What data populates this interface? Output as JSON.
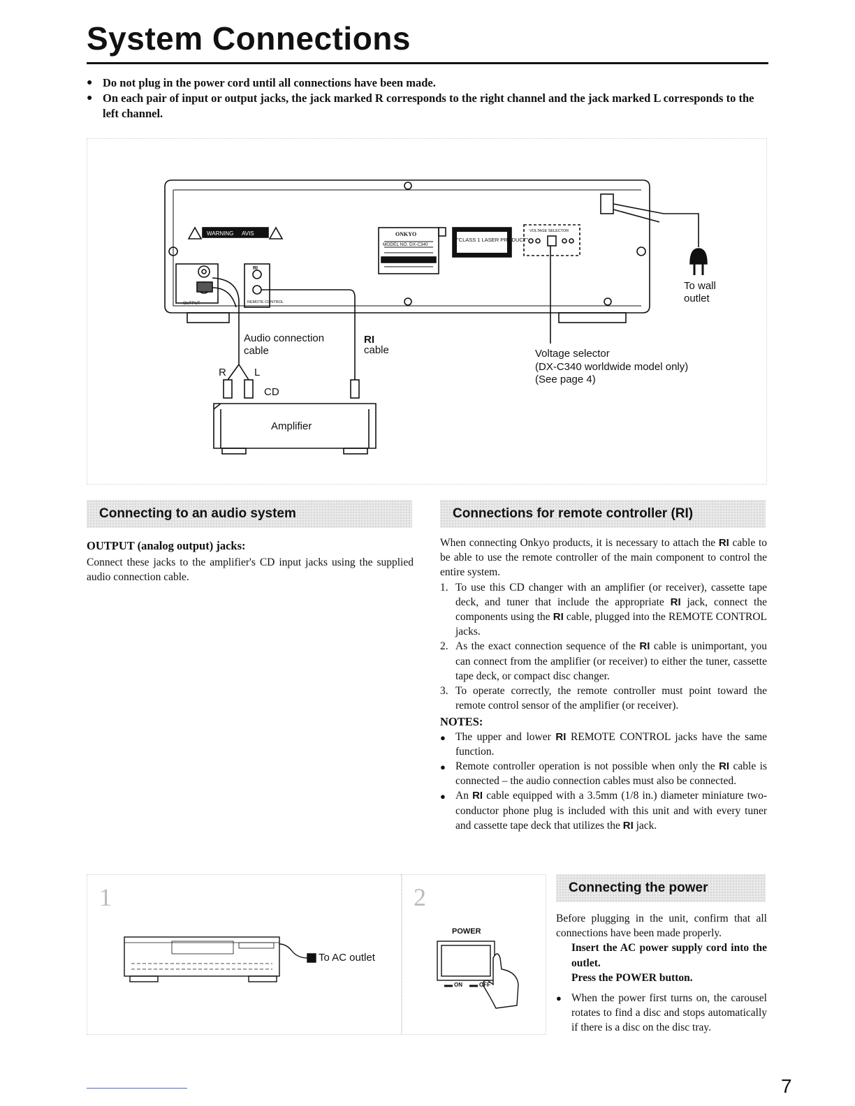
{
  "page": {
    "title": "System Connections",
    "page_number": "7"
  },
  "intro_bullets": [
    "Do not plug in the power cord until all connections have been made.",
    "On each pair of input or output jacks, the jack marked R corresponds to the right channel and the jack marked L corresponds to the left channel."
  ],
  "diagram": {
    "panel_warning": "WARNING",
    "panel_avis": "AVIS",
    "brand": "ONKYO",
    "model": "MODEL NO. DX-C340",
    "laser_label": "\"CLASS 1 LASER PRODUCT\"",
    "voltage_selector_title": "VOLTAGE SELECTOR",
    "jack_output": "OUTPUT",
    "jack_ri": "RI",
    "jack_remote": "REMOTE CONTROL",
    "wall_outlet": "To wall outlet",
    "audio_cable": "Audio connection cable",
    "ri_cable_line1": "RI",
    "ri_cable_line2": "cable",
    "plug_r": "R",
    "plug_l": "L",
    "cd_label": "CD",
    "amplifier": "Amplifier",
    "voltage_line1": "Voltage selector",
    "voltage_line2": "(DX-C340 worldwide model only)",
    "voltage_line3": "(See page 4)"
  },
  "audio_section": {
    "heading": "Connecting to an audio system",
    "subheading": "OUTPUT (analog output) jacks:",
    "text": "Connect these jacks to the amplifier's CD input jacks using the supplied audio connection cable."
  },
  "remote_section": {
    "heading": "Connections for remote controller (RI)",
    "intro_a": "When connecting Onkyo products, it is necessary to attach the",
    "ri": "RI",
    "intro_b": "cable to be able to use the remote controller of the main component to control the entire system.",
    "steps": [
      {
        "num": "1.",
        "a": "To use this CD changer with an amplifier (or receiver), cassette tape deck, and tuner that include the appropriate",
        "b": "jack, connect the components using the",
        "c": "cable, plugged into the REMOTE CONTROL jacks."
      },
      {
        "num": "2.",
        "a": "As the exact connection sequence of the",
        "b": "cable is unimportant, you can connect from the amplifier (or receiver) to either the tuner, cassette tape deck, or compact disc changer."
      },
      {
        "num": "3.",
        "a": "To operate correctly, the remote controller must point toward the remote control sensor of the amplifier (or receiver)."
      }
    ],
    "notes_heading": "NOTES:",
    "notes": [
      {
        "a": "The upper and lower",
        "b": "REMOTE CONTROL jacks have the same function."
      },
      {
        "a": "Remote controller operation is not possible when only the",
        "b": "cable is connected – the audio connection cables must also be connected."
      },
      {
        "a": "An",
        "b": "cable equipped with a 3.5mm (1/8 in.) diameter miniature two-conductor phone plug is included with this unit and with every tuner and cassette tape deck that utilizes the",
        "c": "jack."
      }
    ]
  },
  "power_section": {
    "step1": "1",
    "step2": "2",
    "ac_outlet": "To AC outlet",
    "power_label": "POWER",
    "on": "ON",
    "off": "OFF",
    "heading": "Connecting the power",
    "intro": "Before plugging in the unit, confirm that all connections have been made properly.",
    "step1_text": "Insert the AC power supply cord into the outlet.",
    "step2_text": "Press the POWER button.",
    "note": "When the power first turns on, the carousel rotates to find a disc and stops automatically if there is a disc on the disc tray."
  }
}
